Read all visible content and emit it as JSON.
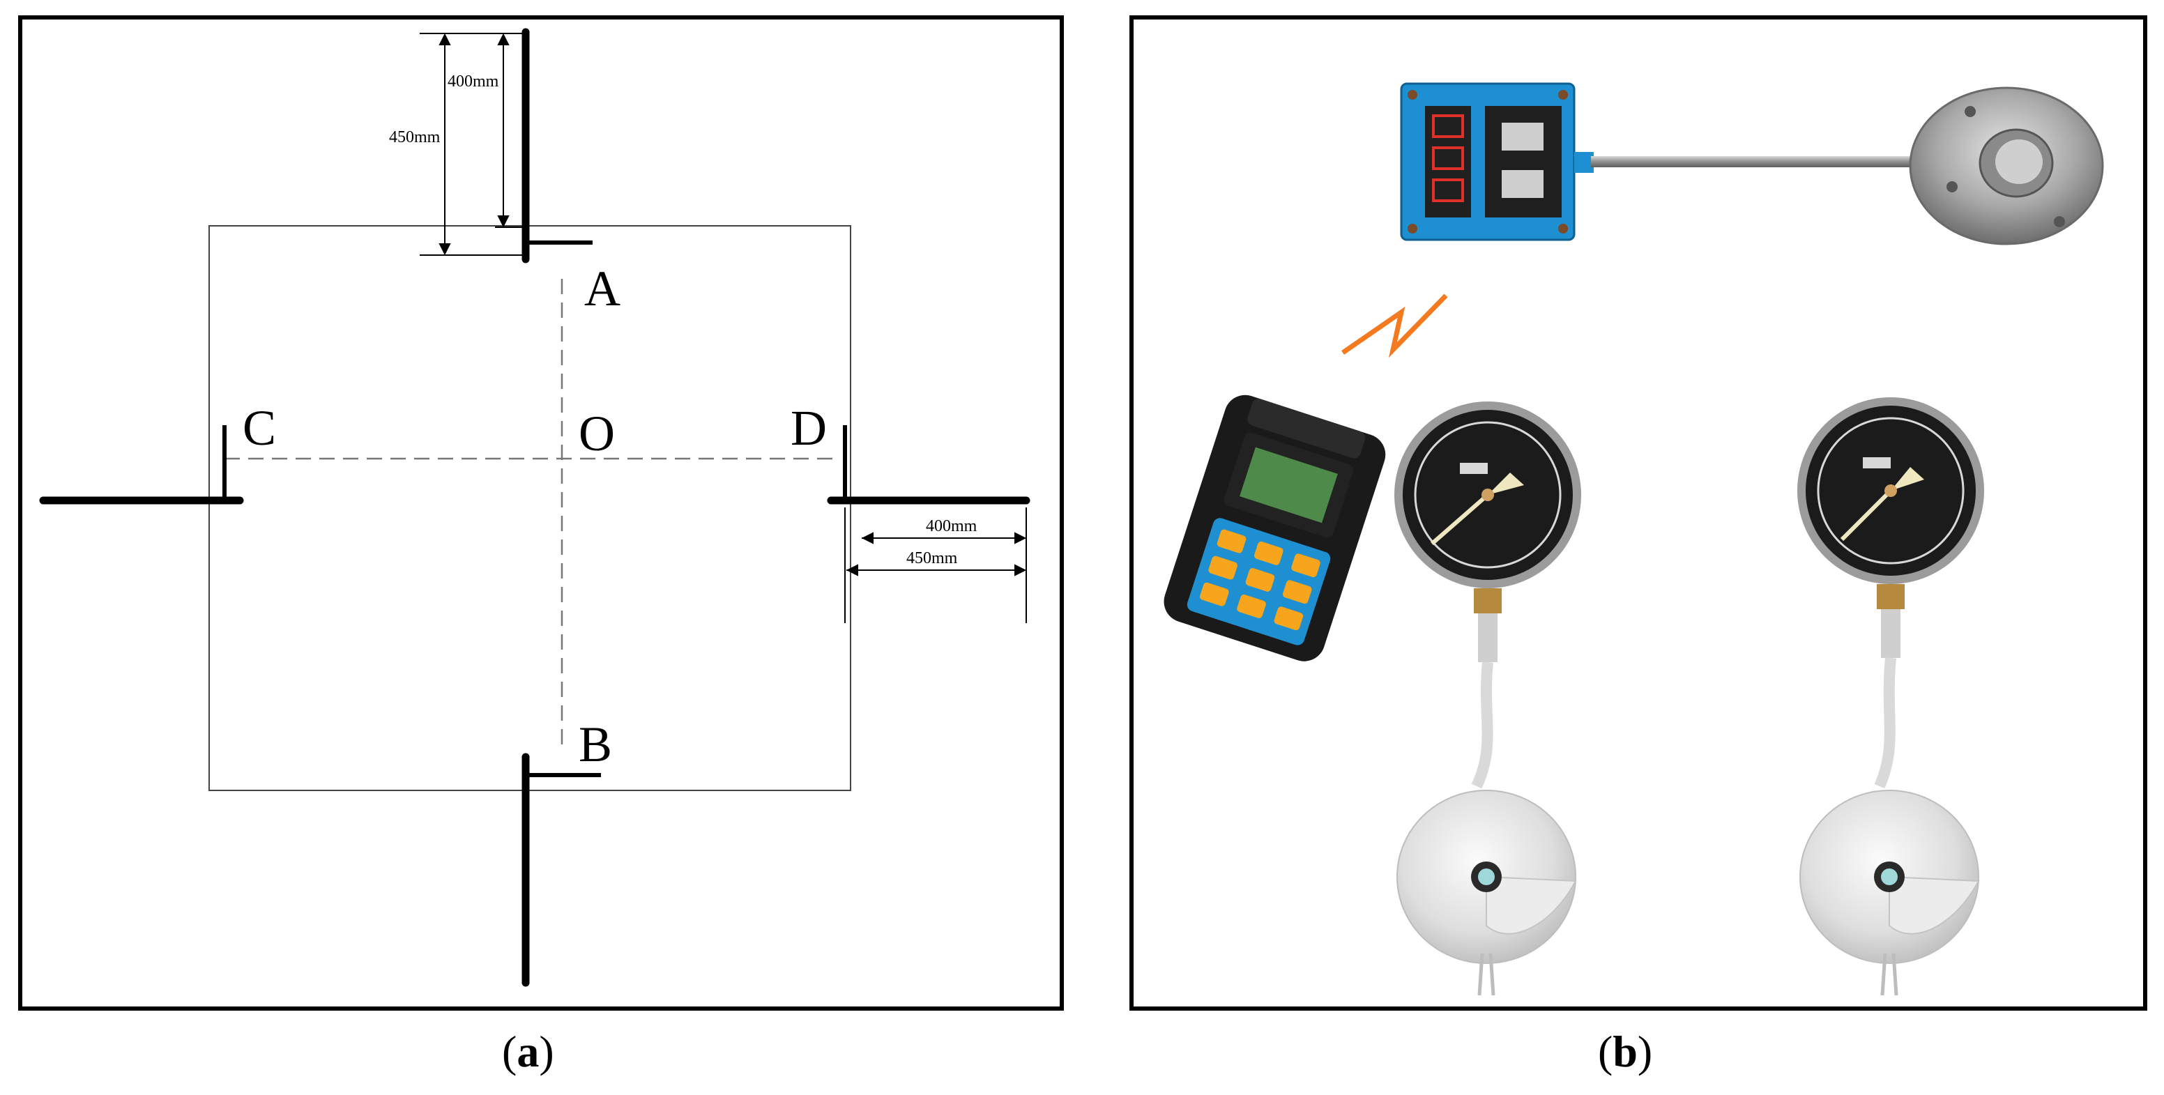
{
  "panel_a": {
    "points": {
      "a": "A",
      "b": "B",
      "c": "C",
      "d": "D",
      "o": "O"
    },
    "dims": {
      "top_inner": "400mm",
      "top_outer": "450mm",
      "right_inner": "400mm",
      "right_outer": "450mm"
    },
    "caption": {
      "open": "(",
      "letter": "a",
      "close": ")"
    }
  },
  "panel_b": {
    "caption": {
      "open": "(",
      "letter": "b",
      "close": ")"
    },
    "colors": {
      "transmitter_box": "#1e8fd0",
      "signal_bolt": "#f47a1f",
      "keypad": "#f6a51c",
      "lcd": "#4e8a4a",
      "gauge_face": "#1b1b1b"
    }
  }
}
